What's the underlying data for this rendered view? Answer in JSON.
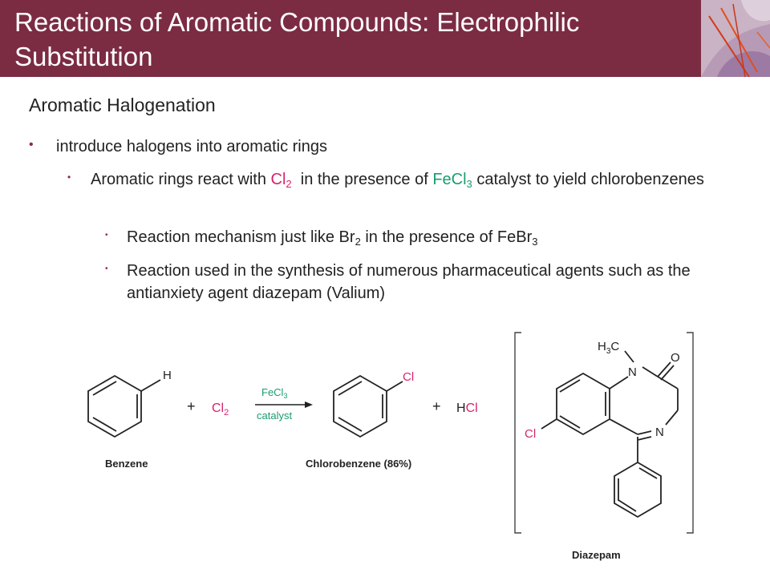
{
  "slide": {
    "title": "Reactions of Aromatic Compounds: Electrophilic Substitution",
    "heading": "Aromatic Halogenation",
    "bullet1": "introduce halogens into aromatic rings",
    "bullet2": {
      "a": "Aromatic rings react with ",
      "reagent": "Cl",
      "reagent_sub": "2",
      "b": "  in the presence of ",
      "catalyst": "FeCl",
      "catalyst_sub": "3",
      "c": " catalyst to yield chlorobenzenes"
    },
    "bullet3": {
      "a": "Reaction mechanism just like Br",
      "sub1": "2",
      "b": " in the presence of FeBr",
      "sub2": "3"
    },
    "bullet4": "Reaction used in the synthesis of numerous pharmaceutical agents such as the antianxiety agent diazepam (Valium)"
  },
  "reaction": {
    "h_label": "H",
    "plus1": "+",
    "reagent": "Cl",
    "reagent_sub": "2",
    "arrow_top": "FeCl",
    "arrow_top_sub": "3",
    "arrow_bottom": "catalyst",
    "cl_label": "Cl",
    "plus2": "+",
    "hcl_h": "H",
    "hcl_cl": "Cl",
    "benzene_label": "Benzene",
    "product_label": "Chlorobenzene (86%)"
  },
  "diazepam": {
    "methyl_h": "H",
    "methyl_sub": "3",
    "methyl_c": "C",
    "n1": "N",
    "o": "O",
    "n2": "N",
    "cl": "Cl",
    "label": "Diazepam"
  },
  "colors": {
    "header": "#7b2c42",
    "bullet": "#8b2942",
    "reagent": "#d6246e",
    "catalyst": "#1a9c72"
  }
}
